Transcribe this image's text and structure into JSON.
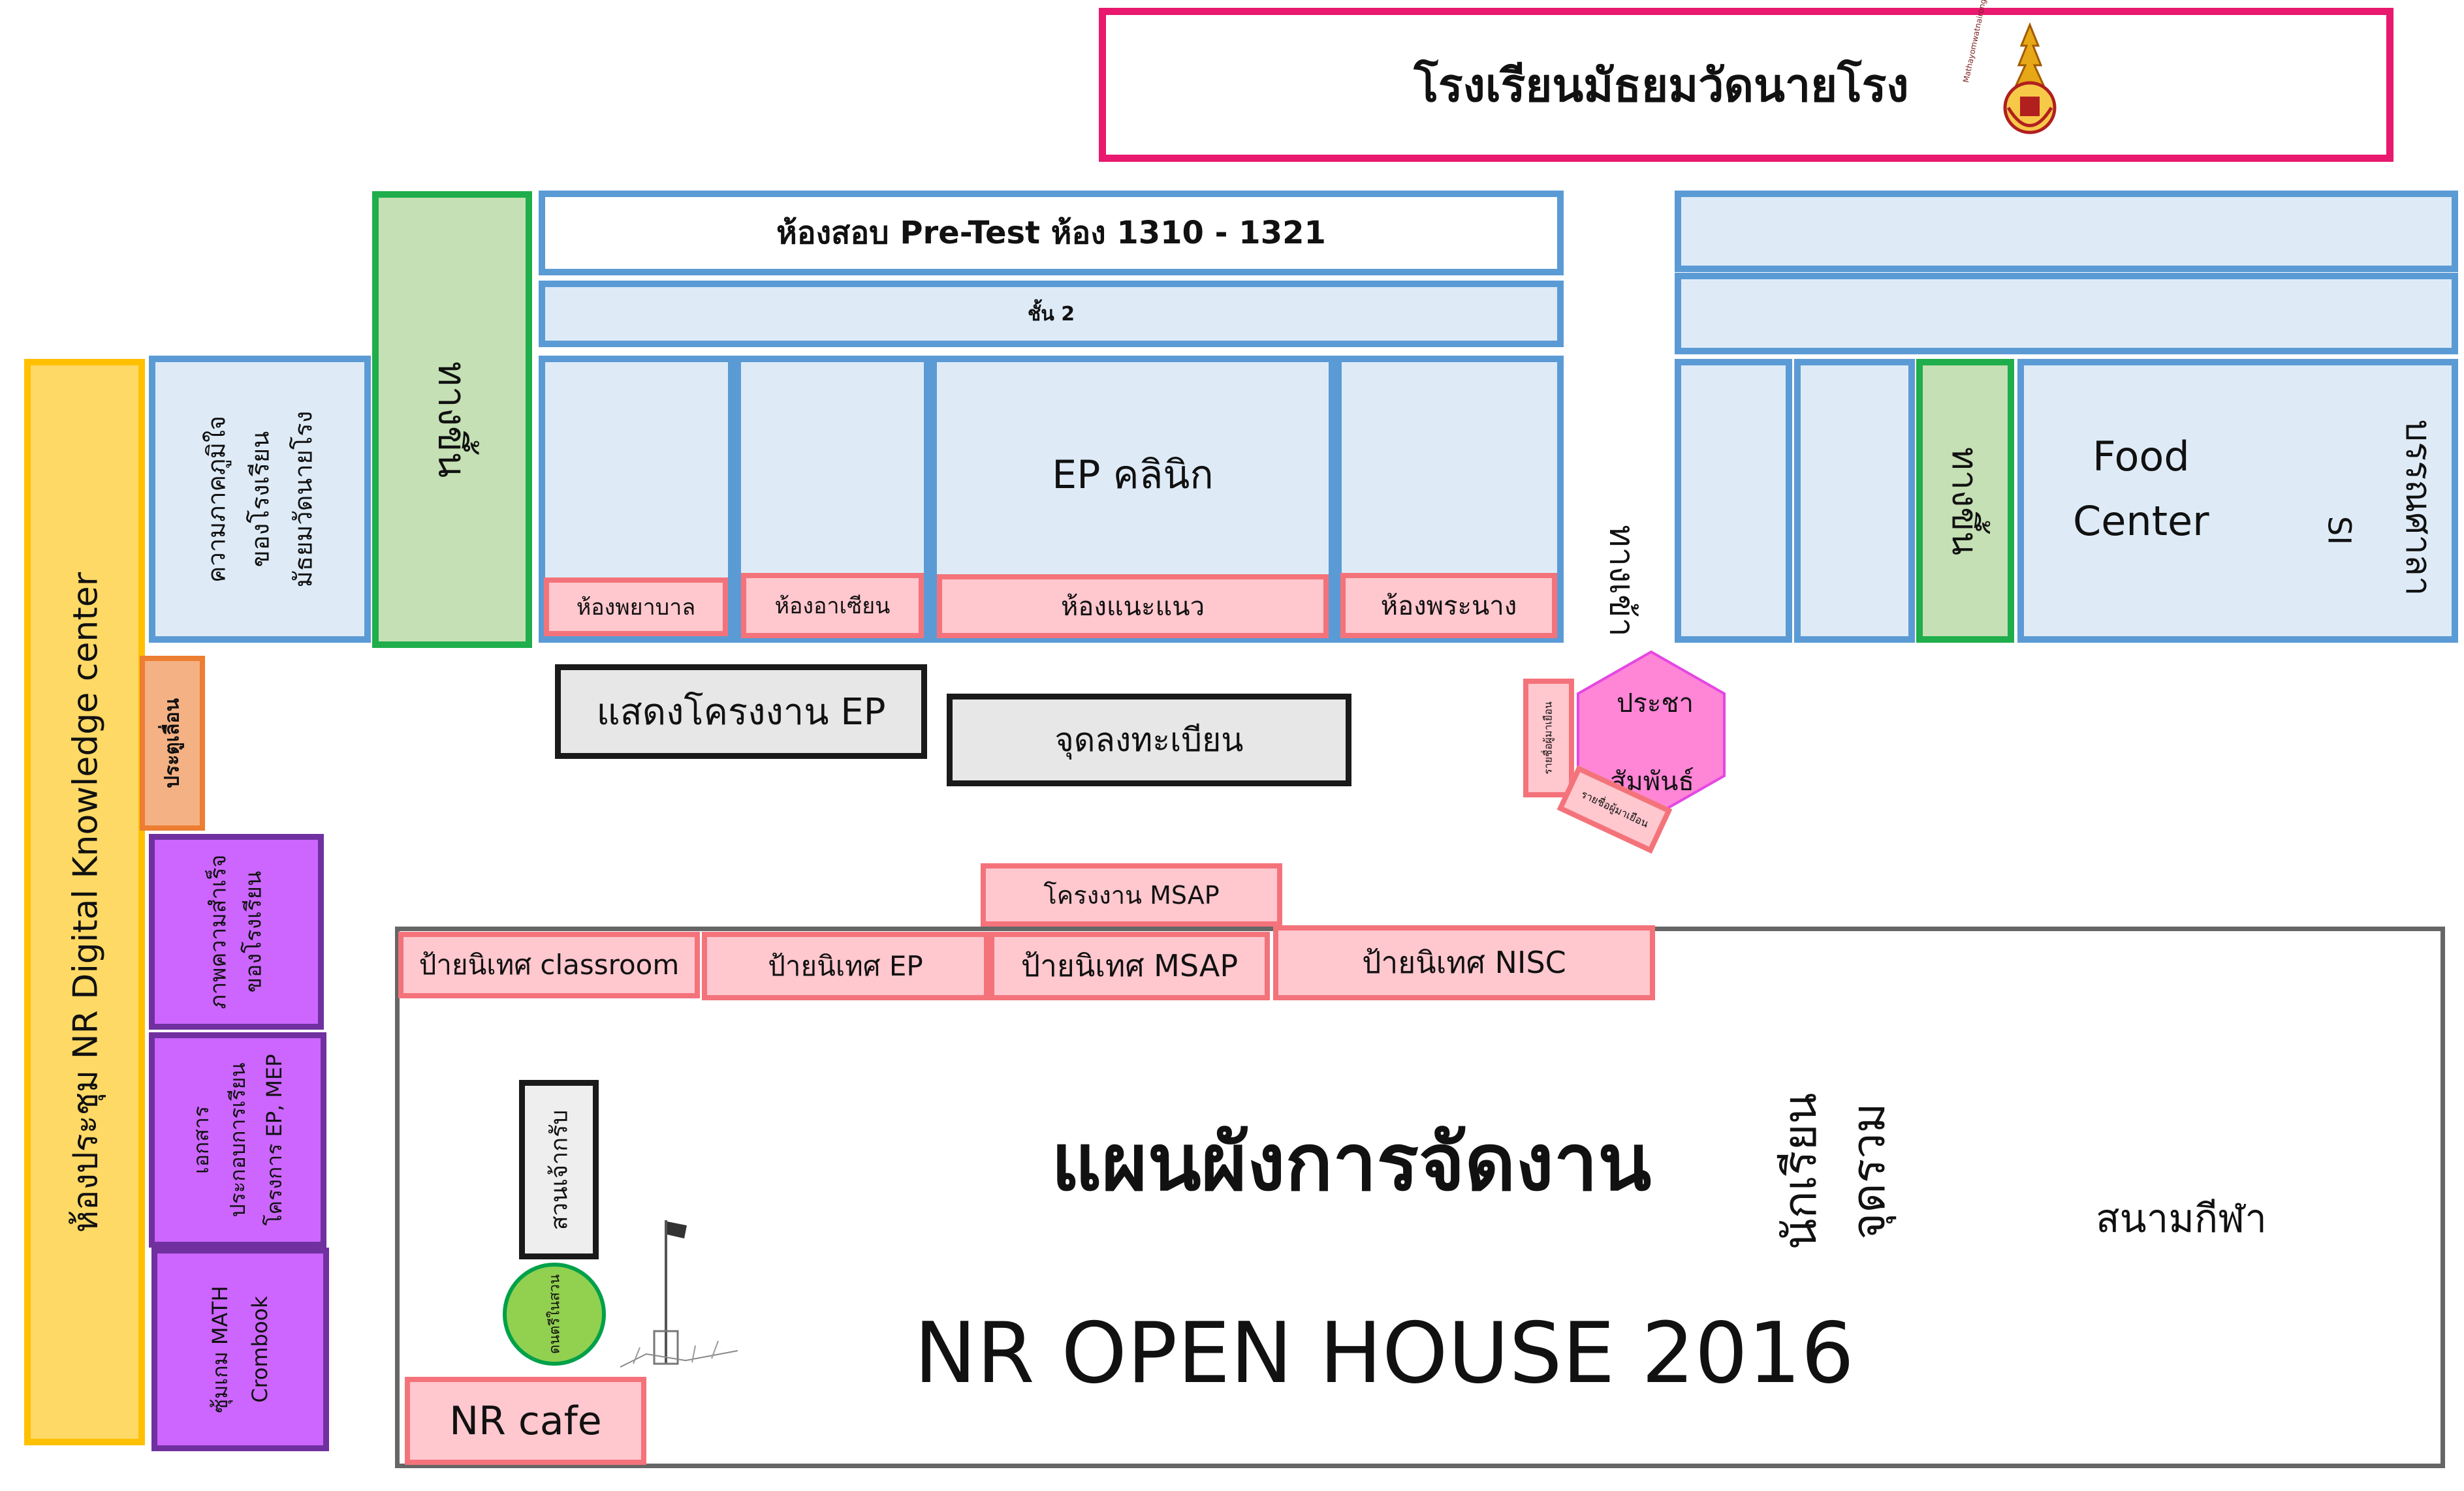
{
  "school": {
    "name": "โรงเรียนมัธยมวัดนายโรง",
    "logo_text": "Mathayomwatnairong School"
  },
  "building_left": {
    "floor3_label": "ห้องสอบ  Pre-Test ห้อง  1310 - 1321",
    "floor2_label": "ชั้น 2",
    "clinic": "EP  คลินิก",
    "rooms": [
      "ห้องพยาบาล",
      "ห้องอาเซียน",
      "ห้องแนะแนว",
      "ห้องพระนาง"
    ]
  },
  "stairs_left": "ทางขึ้น",
  "stairs_right": "ทางขึ้น",
  "entrance": "ทางเข้า",
  "pride_room": [
    "ความภาคภูมิใจ",
    "ของโรงเรียน",
    "มัธยมวัดนายโรง"
  ],
  "meeting_room": "ห้องประชุม  NR Digital Knowledge center",
  "sliding_door": "ประตูเลื่อน",
  "purple_rooms": {
    "success": [
      "ภาพความสำเร็จ",
      "ของโรงเรียน"
    ],
    "documents": [
      "เอกสาร",
      "ประกอบการเรียน",
      "โครงการ EP, MEP"
    ],
    "math": [
      "ซุ้มเกม MATH",
      "Crombook"
    ]
  },
  "ep_show": "แสดงโครงงาน EP",
  "registration": "จุดลงทะเบียน",
  "pr": {
    "line1": "ประชา",
    "line2": "สัมพันธ์",
    "reception1": "รายชื่อผู้มาเยือน",
    "reception2": "รายชื่อผู้มาเยือน"
  },
  "msap_project": "โครงงาน  MSAP",
  "boards": [
    "ป้ายนิเทศ  classroom",
    "ป้ายนิเทศ  EP",
    "ป้ายนิเทศ  MSAP",
    "ป้ายนิเทศ  NISC"
  ],
  "field": {
    "plan_title": "แผนผังการจัดงาน",
    "event_title": "NR OPEN HOUSE 2016",
    "meeting_point": [
      "จุดรวม",
      "นักเรียน"
    ],
    "stadium": "สนามกีฬา",
    "garden": "สวนเจ้ากรับ",
    "music": "ดนตรีในสวน",
    "cafe": "NR cafe"
  },
  "building_right": {
    "food_center": [
      "Food",
      "Center"
    ],
    "library": "บรรณศาลา",
    "si": "SI"
  }
}
